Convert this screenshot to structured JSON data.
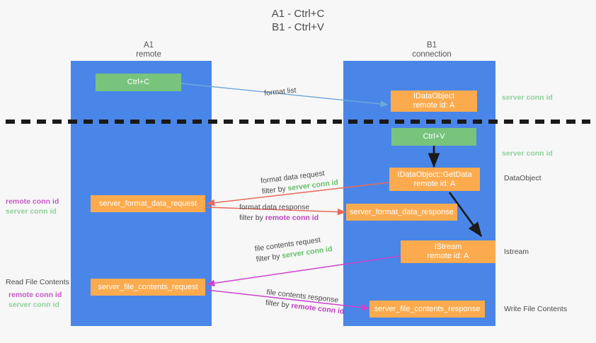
{
  "title": {
    "line1": "A1 - Ctrl+C",
    "line2": "B1 - Ctrl+V"
  },
  "columns": [
    {
      "name": "A1",
      "sub": "remote"
    },
    {
      "name": "B1",
      "sub": "connection"
    }
  ],
  "nodes": {
    "ctrl_c": {
      "label": "Ctrl+C"
    },
    "ctrl_v": {
      "label": "Ctrl+V"
    },
    "idataobject": {
      "line1": "IDataObject",
      "line2": "remote id: A"
    },
    "getdata": {
      "line1": "IDataObject::GetData",
      "line2": "remote id: A"
    },
    "istream": {
      "line1": "IStream",
      "line2": "remote id: A"
    },
    "server_format_data_request": {
      "label": "server_format_data_request"
    },
    "server_format_data_response": {
      "label": "server_format_data_response"
    },
    "server_file_contents_request": {
      "label": "server_file_contents_request"
    },
    "server_file_contents_response": {
      "label": "server_file_contents_response"
    }
  },
  "edges": {
    "format_list": "format list",
    "format_data_request": "format data request",
    "format_data_request_filter_prefix": "filter by ",
    "format_data_request_filter_value": "server conn id",
    "format_data_response": "format data response",
    "format_data_response_filter_prefix": "filter by ",
    "format_data_response_filter_value": "remote conn id",
    "file_contents_request": "file contents request",
    "file_contents_request_filter_prefix": "filter by ",
    "file_contents_request_filter_value": "server conn id",
    "file_contents_response": "file contents response",
    "file_contents_response_filter_prefix": "filter by ",
    "file_contents_response_filter_value": "remote conn id"
  },
  "annotations": {
    "right_server_conn_id_top": "server conn id",
    "right_server_conn_id_mid": "server conn id",
    "right_dataobject": "DataObject",
    "right_istream": "Istream",
    "right_write_file_contents": "Write File Contents",
    "left_remote_conn_id_1": "remote conn id",
    "left_server_conn_id_1": "server conn id",
    "left_read_file_contents": "Read File Contents",
    "left_remote_conn_id_2": "remote conn id",
    "left_server_conn_id_2": "server conn id"
  },
  "colors": {
    "lane": "#4a86e8",
    "green_node": "#78c47d",
    "orange_node": "#fbab4e",
    "green_text": "#8fd19b",
    "magenta_text": "#c459c4",
    "divider": "#1a1a1a",
    "arrow_blue": "#6fa8dc",
    "arrow_red": "#e8695a",
    "arrow_magenta": "#cc44cc",
    "arrow_black": "#1a1a1a",
    "background": "#f7f7f7"
  }
}
